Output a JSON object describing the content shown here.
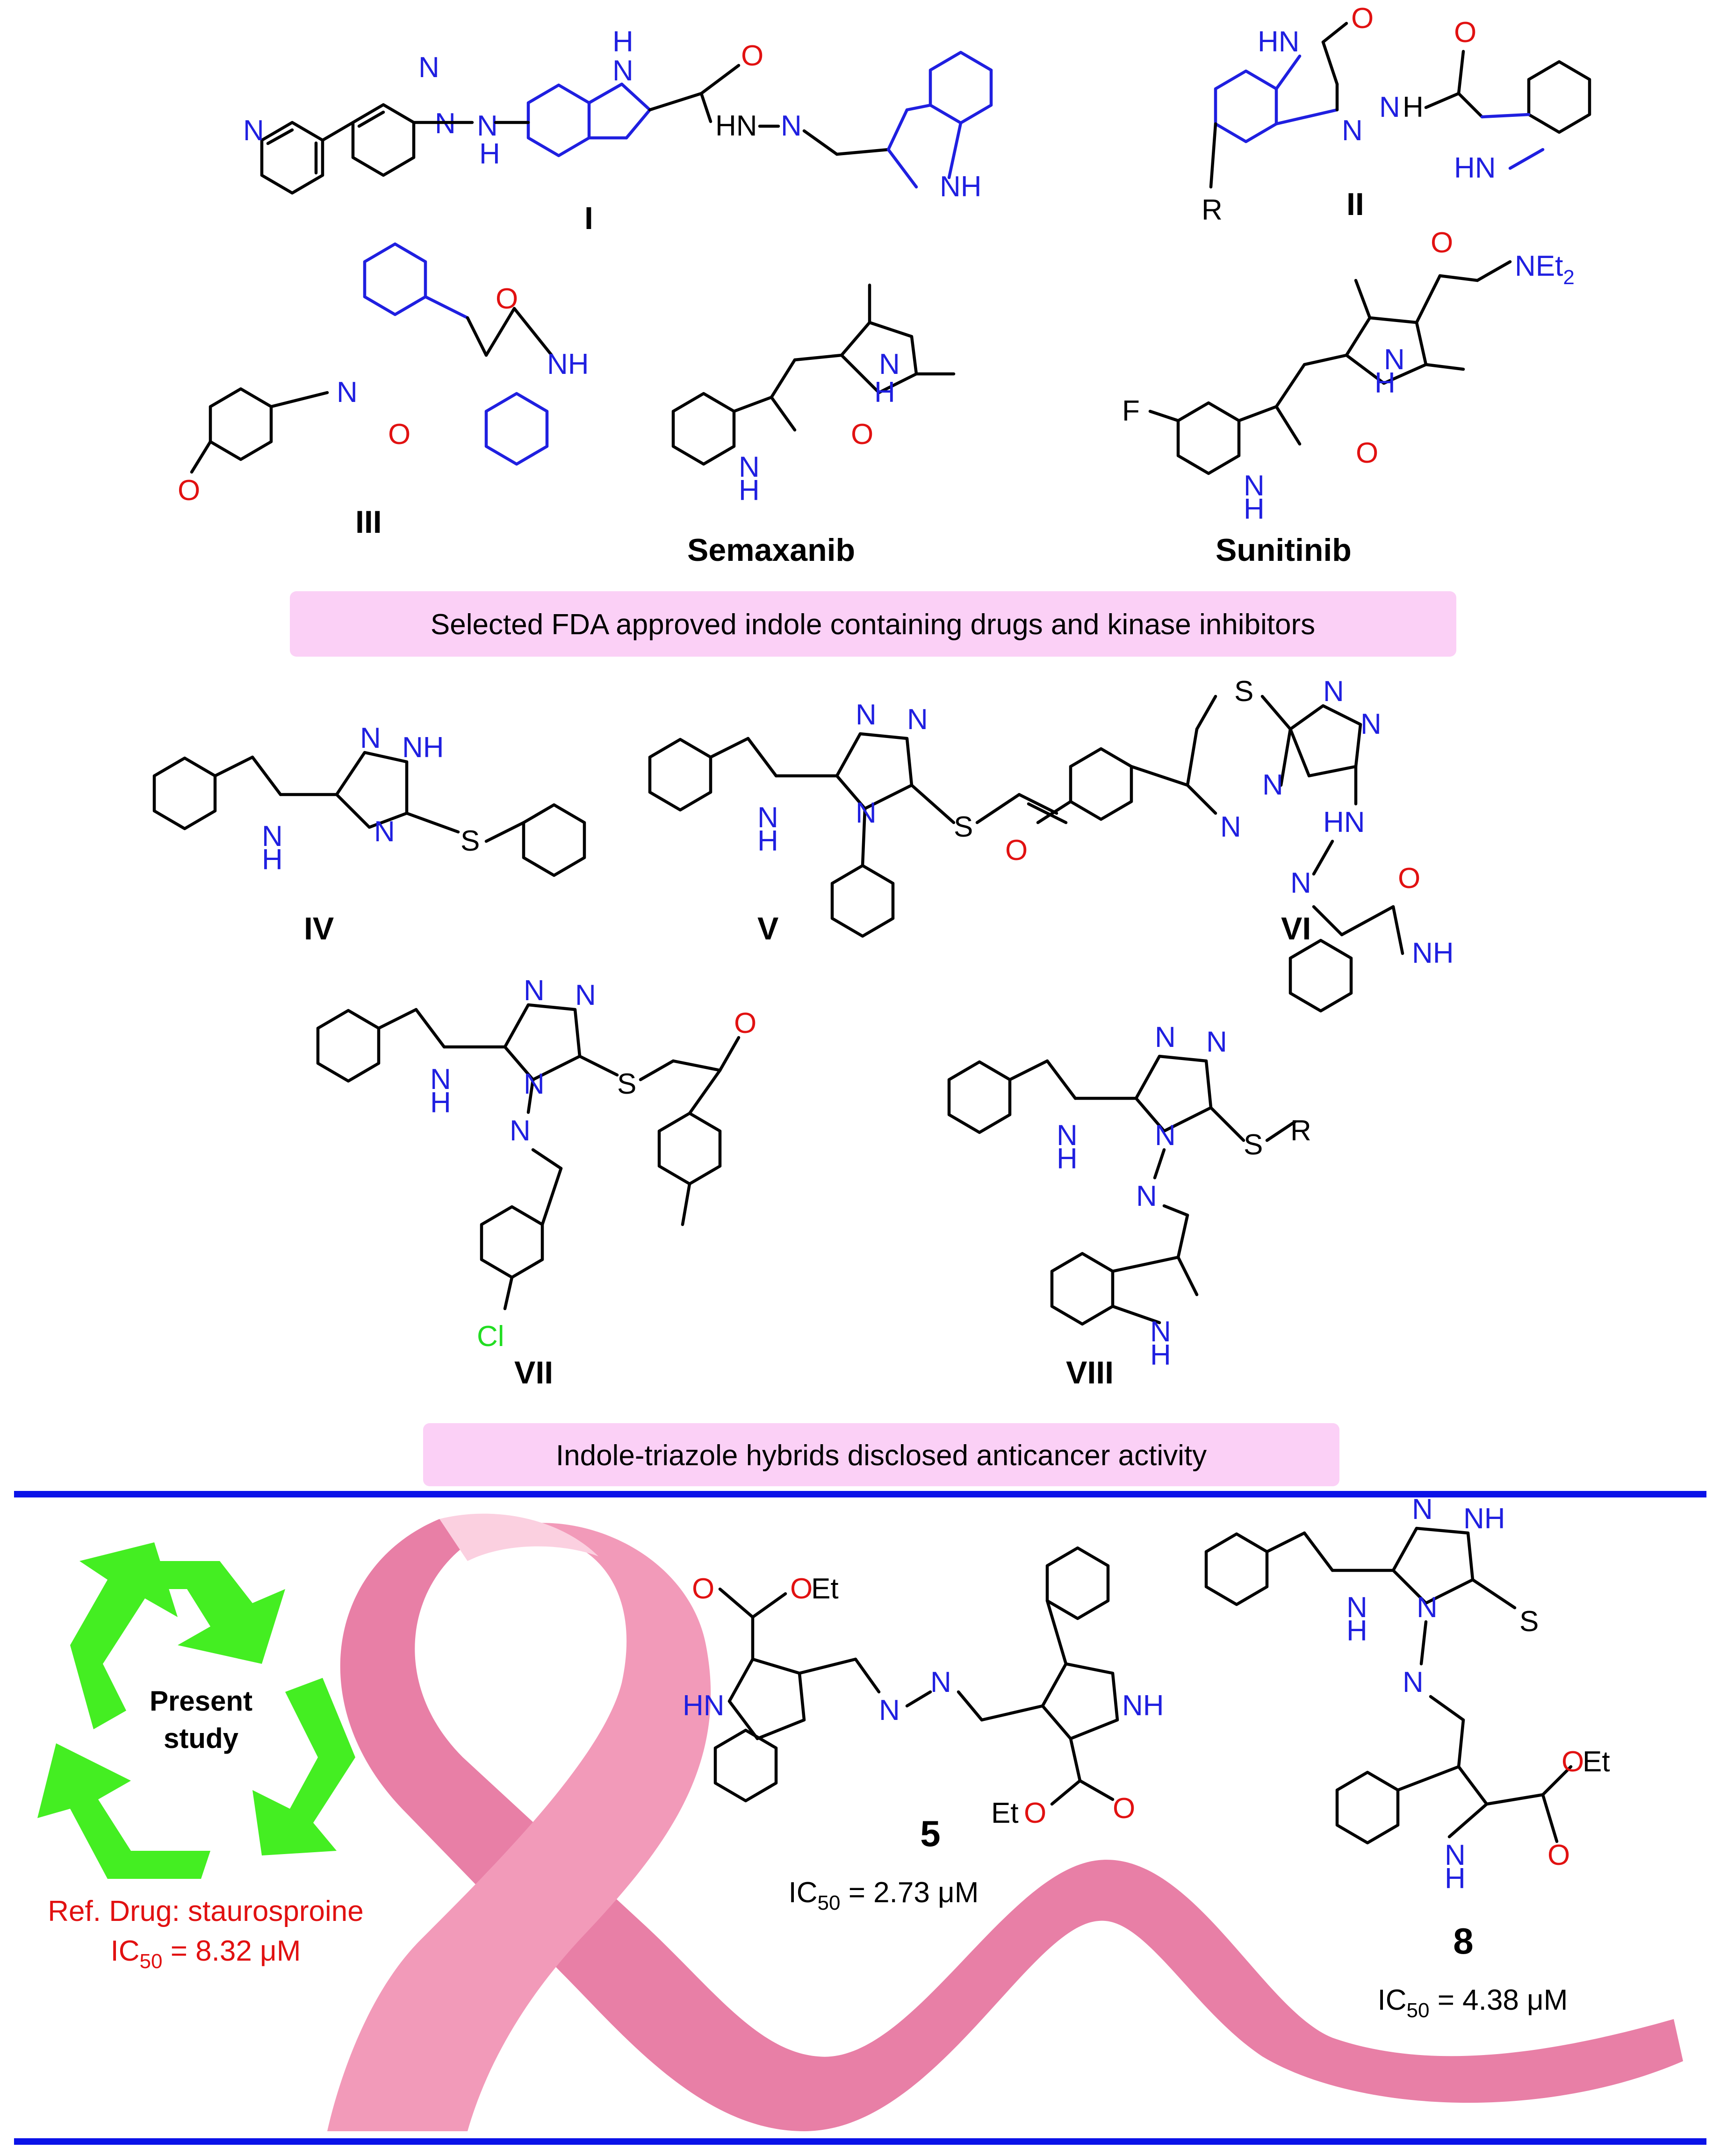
{
  "compound_labels": {
    "c1": "I",
    "c2": "II",
    "c3": "III",
    "c4": "Semaxanib",
    "c5": "Sunitinib",
    "c6": "IV",
    "c7": "V",
    "c8": "VI",
    "c9": "VII",
    "c10": "VIII"
  },
  "banners": {
    "fda": "Selected FDA approved indole containing drugs and kinase inhibitors",
    "hybrids": "Indole-triazole hybrids disclosed anticancer activity"
  },
  "present_study": {
    "line1": "Present",
    "line2": "study",
    "ref_drug": "Ref. Drug: staurosproine",
    "ref_ic50_prefix": "IC",
    "ref_ic50_sub": "50",
    "ref_ic50_value": " = 8.32 μM"
  },
  "compounds_study": [
    {
      "label": "5",
      "ic50_prefix": "IC",
      "ic50_sub": "50",
      "ic50_value": " = 2.73 μM"
    },
    {
      "label": "8",
      "ic50_prefix": "IC",
      "ic50_sub": "50",
      "ic50_value": " = 4.38 μM"
    }
  ],
  "atoms": {
    "N": "N",
    "NH": "NH",
    "HN": "HN",
    "H": "H",
    "O": "O",
    "S": "S",
    "F": "F",
    "Cl": "Cl",
    "R": "R",
    "HNN": "HN",
    "NEt2": "NEt",
    "NEt2_sub": "2",
    "OEt": "OEt",
    "EtO": "EtO",
    "Et": "Et"
  },
  "colors": {
    "heteroatom_N": "#1f1fe0",
    "heteroatom_O": "#e11111",
    "halogen_Cl": "#22dd22",
    "banner_fill": "#fbd0f6",
    "separator_blue": "#0a12e8",
    "ribbon_pink": "#e87fa6",
    "recycle_green": "#44ee22",
    "reference_red": "#e11111"
  },
  "icons": [
    "recycle-icon",
    "awareness-ribbon-icon"
  ]
}
